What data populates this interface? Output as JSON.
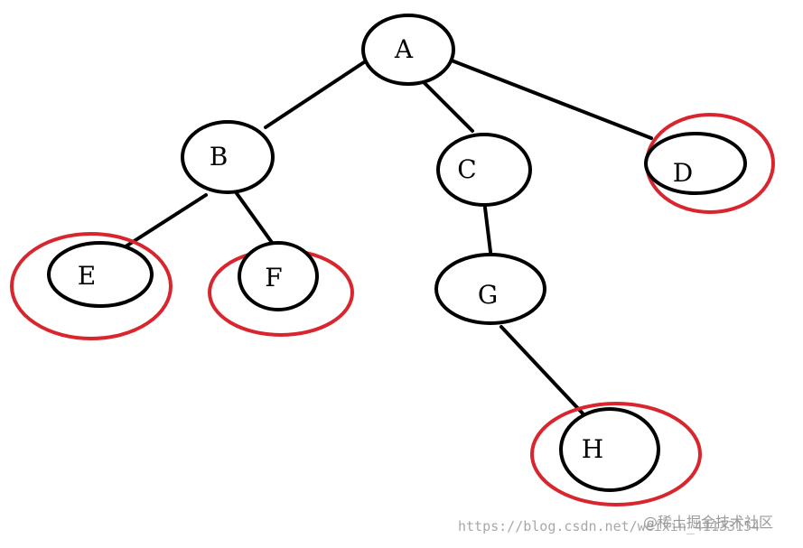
{
  "diagram": {
    "type": "tree",
    "nodes": [
      {
        "id": "A",
        "label": "A",
        "leaf": false
      },
      {
        "id": "B",
        "label": "B",
        "leaf": false
      },
      {
        "id": "C",
        "label": "C",
        "leaf": false
      },
      {
        "id": "D",
        "label": "D",
        "leaf": true
      },
      {
        "id": "E",
        "label": "E",
        "leaf": true
      },
      {
        "id": "F",
        "label": "F",
        "leaf": true
      },
      {
        "id": "G",
        "label": "G",
        "leaf": false
      },
      {
        "id": "H",
        "label": "H",
        "leaf": true
      }
    ],
    "edges": [
      {
        "from": "A",
        "to": "B"
      },
      {
        "from": "A",
        "to": "C"
      },
      {
        "from": "A",
        "to": "D"
      },
      {
        "from": "B",
        "to": "E"
      },
      {
        "from": "B",
        "to": "F"
      },
      {
        "from": "C",
        "to": "G"
      },
      {
        "from": "G",
        "to": "H"
      }
    ],
    "colors": {
      "node_stroke": "#000000",
      "edge": "#000000",
      "highlight": "#d9262e"
    }
  },
  "watermark": {
    "url_text": "https://blog.csdn.net/weixin_41133154",
    "brand_text": "@稀土掘金技术社区"
  }
}
